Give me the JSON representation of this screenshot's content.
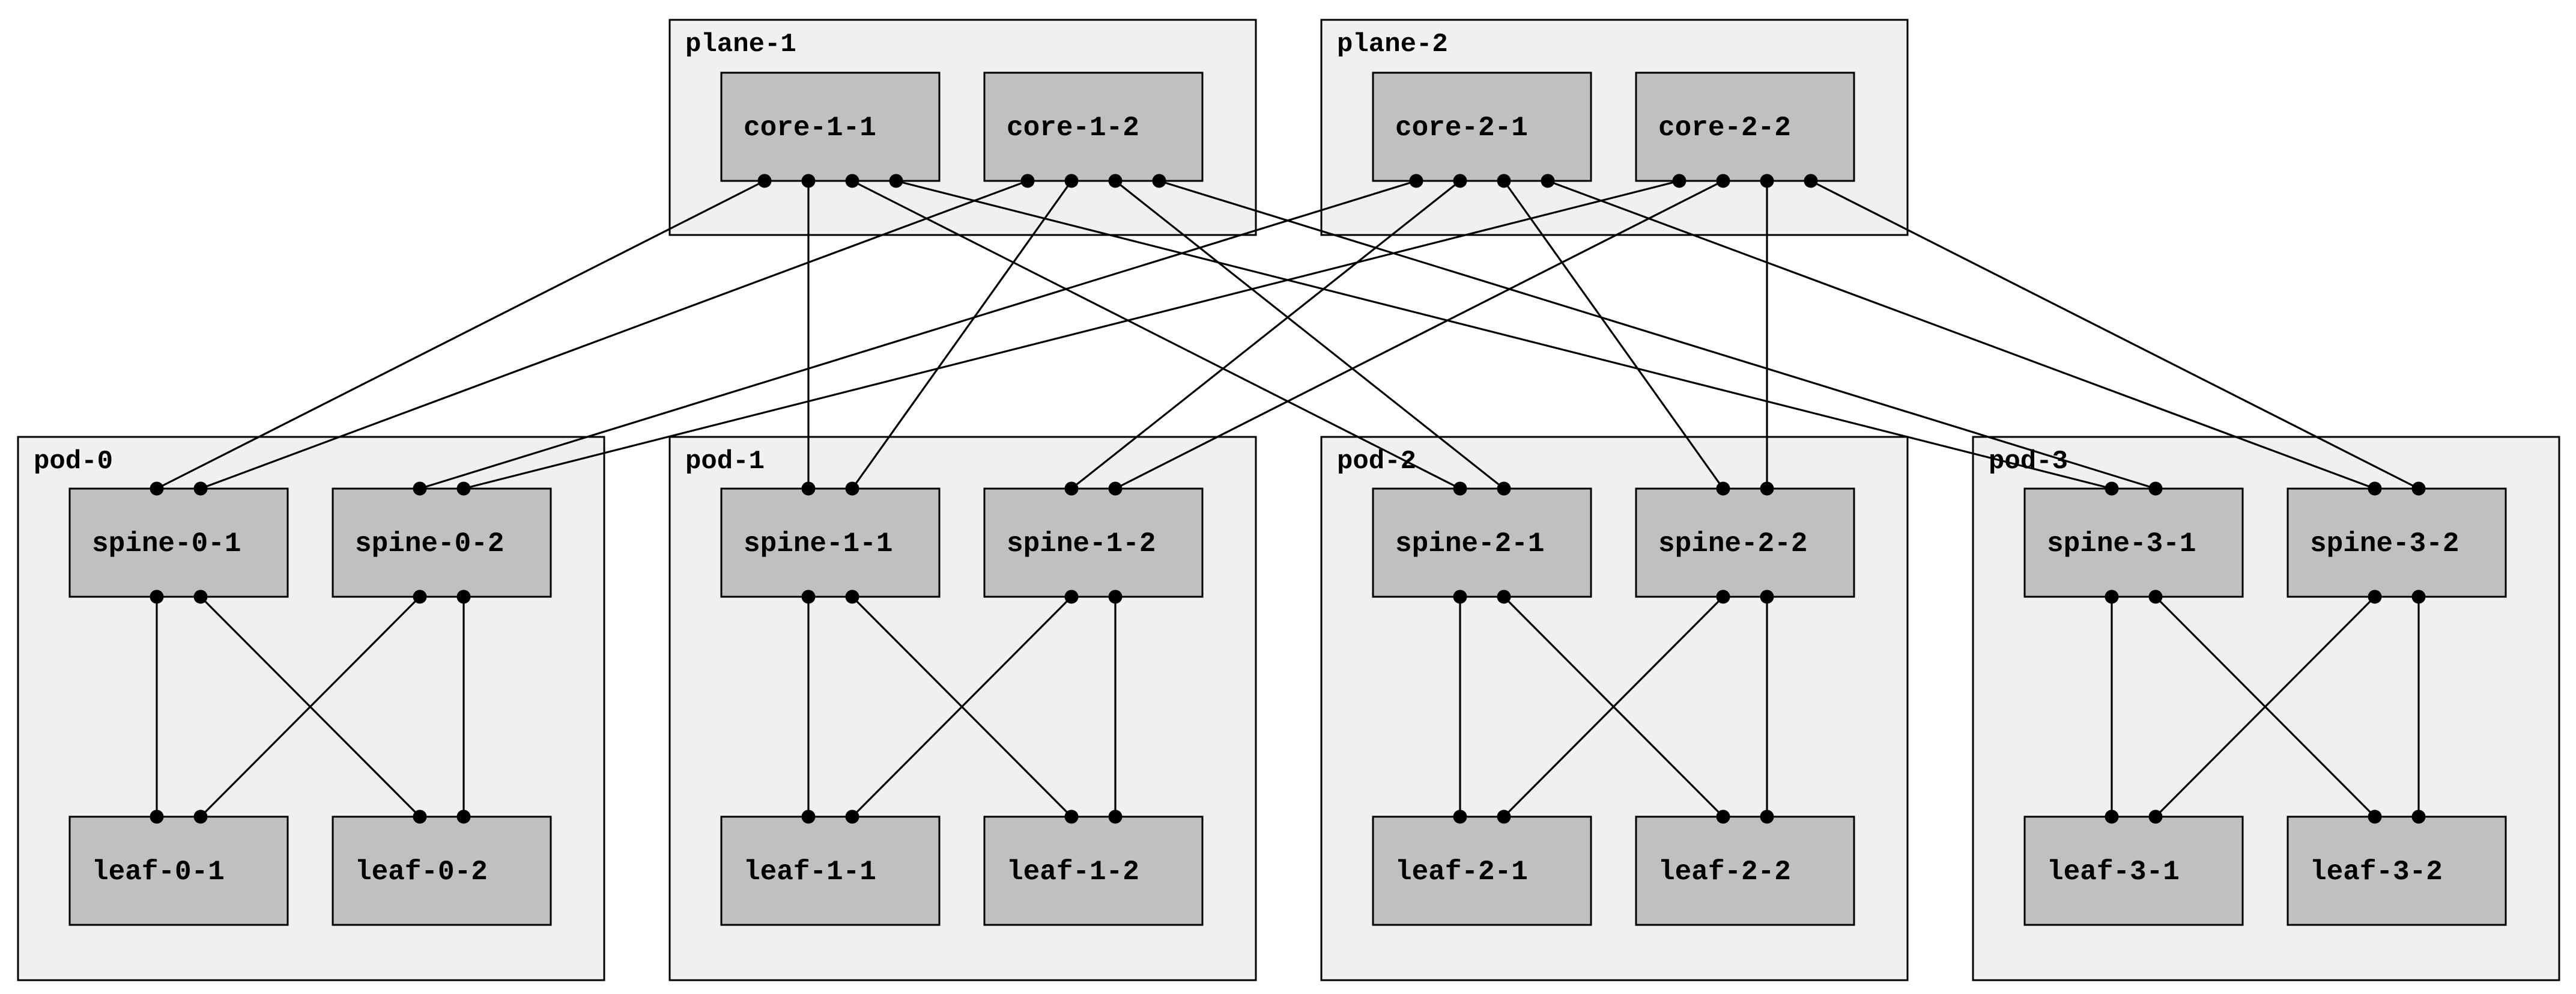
{
  "diagram": {
    "colors": {
      "group_fill": "#f0f0f0",
      "node_fill": "#c0c0c0",
      "line": "#000000"
    },
    "planes": [
      {
        "label": "plane-1",
        "cores": [
          "core-1-1",
          "core-1-2"
        ]
      },
      {
        "label": "plane-2",
        "cores": [
          "core-2-1",
          "core-2-2"
        ]
      }
    ],
    "pods": [
      {
        "label": "pod-0",
        "spines": [
          "spine-0-1",
          "spine-0-2"
        ],
        "leaves": [
          "leaf-0-1",
          "leaf-0-2"
        ]
      },
      {
        "label": "pod-1",
        "spines": [
          "spine-1-1",
          "spine-1-2"
        ],
        "leaves": [
          "leaf-1-1",
          "leaf-1-2"
        ]
      },
      {
        "label": "pod-2",
        "spines": [
          "spine-2-1",
          "spine-2-2"
        ],
        "leaves": [
          "leaf-2-1",
          "leaf-2-2"
        ]
      },
      {
        "label": "pod-3",
        "spines": [
          "spine-3-1",
          "spine-3-2"
        ],
        "leaves": [
          "leaf-3-1",
          "leaf-3-2"
        ]
      }
    ],
    "links": [
      [
        "core-1-1",
        "spine-0-1"
      ],
      [
        "core-1-1",
        "spine-1-1"
      ],
      [
        "core-1-1",
        "spine-2-1"
      ],
      [
        "core-1-1",
        "spine-3-1"
      ],
      [
        "core-1-2",
        "spine-0-1"
      ],
      [
        "core-1-2",
        "spine-1-1"
      ],
      [
        "core-1-2",
        "spine-2-1"
      ],
      [
        "core-1-2",
        "spine-3-1"
      ],
      [
        "core-2-1",
        "spine-0-2"
      ],
      [
        "core-2-1",
        "spine-1-2"
      ],
      [
        "core-2-1",
        "spine-2-2"
      ],
      [
        "core-2-1",
        "spine-3-2"
      ],
      [
        "core-2-2",
        "spine-0-2"
      ],
      [
        "core-2-2",
        "spine-1-2"
      ],
      [
        "core-2-2",
        "spine-2-2"
      ],
      [
        "core-2-2",
        "spine-3-2"
      ],
      [
        "spine-0-1",
        "leaf-0-1"
      ],
      [
        "spine-0-1",
        "leaf-0-2"
      ],
      [
        "spine-0-2",
        "leaf-0-1"
      ],
      [
        "spine-0-2",
        "leaf-0-2"
      ],
      [
        "spine-1-1",
        "leaf-1-1"
      ],
      [
        "spine-1-1",
        "leaf-1-2"
      ],
      [
        "spine-1-2",
        "leaf-1-1"
      ],
      [
        "spine-1-2",
        "leaf-1-2"
      ],
      [
        "spine-2-1",
        "leaf-2-1"
      ],
      [
        "spine-2-1",
        "leaf-2-2"
      ],
      [
        "spine-2-2",
        "leaf-2-1"
      ],
      [
        "spine-2-2",
        "leaf-2-2"
      ],
      [
        "spine-3-1",
        "leaf-3-1"
      ],
      [
        "spine-3-1",
        "leaf-3-2"
      ],
      [
        "spine-3-2",
        "leaf-3-1"
      ],
      [
        "spine-3-2",
        "leaf-3-2"
      ]
    ]
  }
}
